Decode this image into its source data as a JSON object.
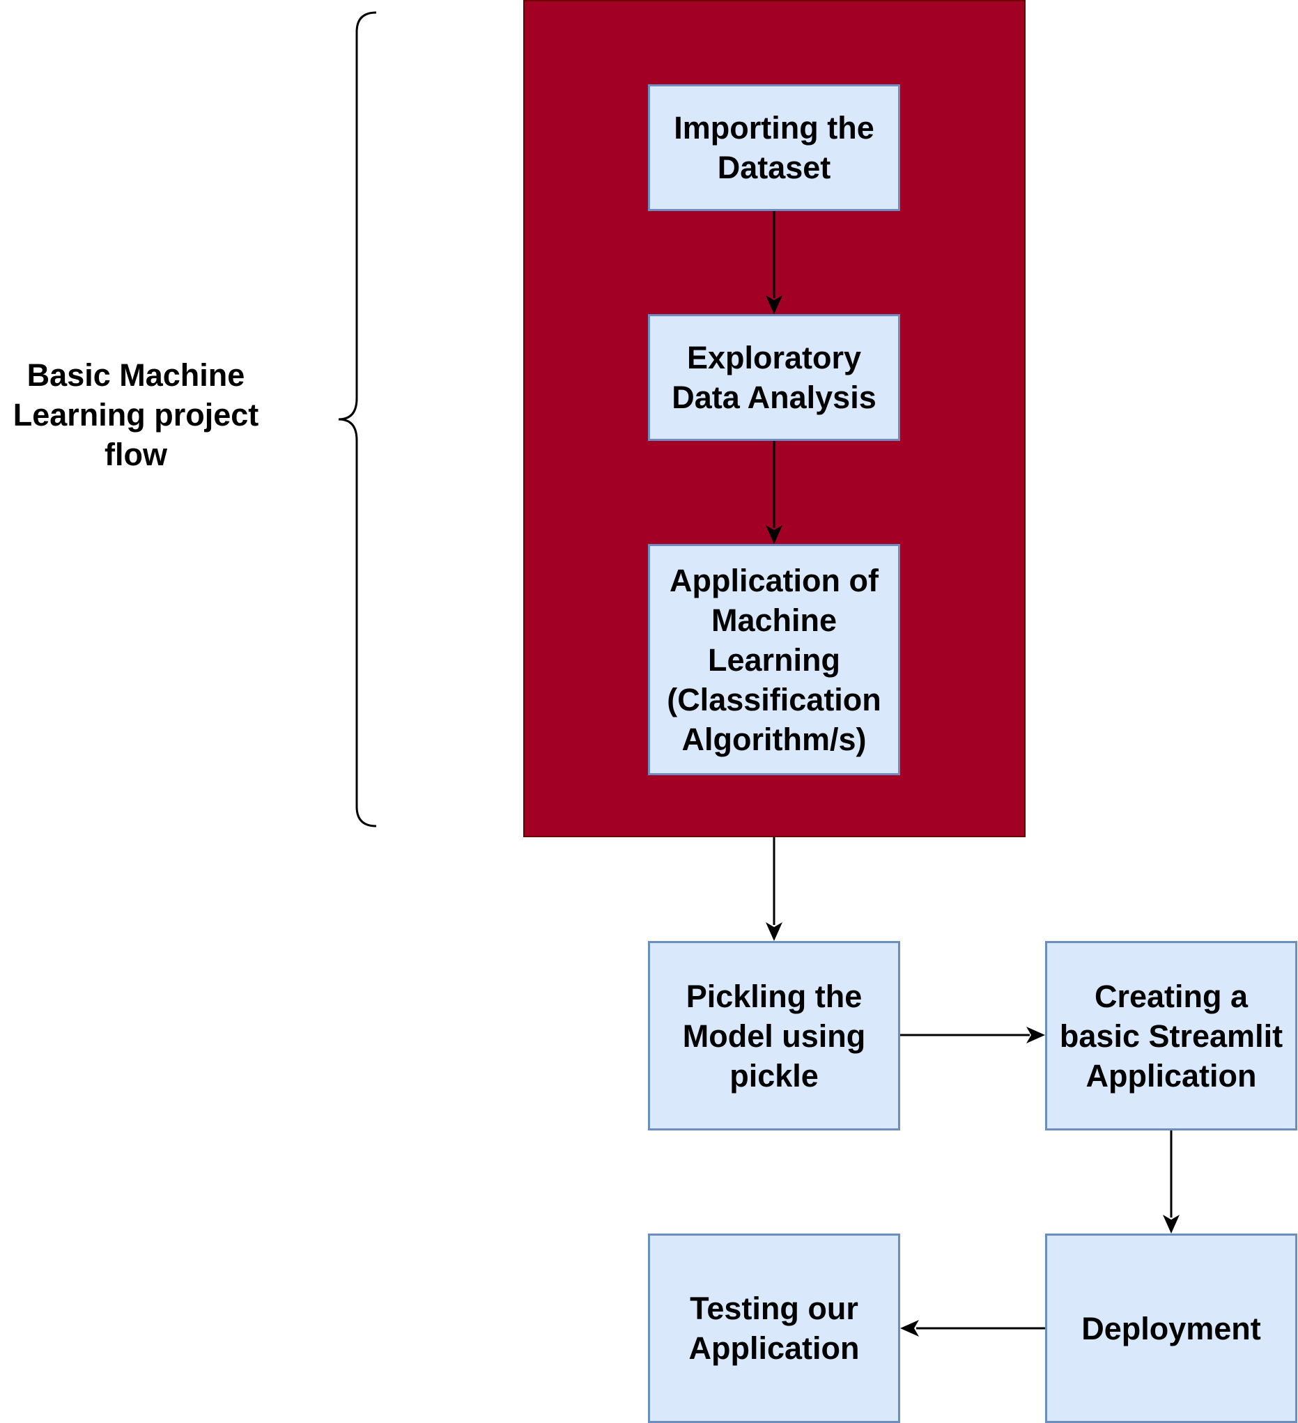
{
  "diagram": {
    "side_label": "Basic Machine\nLearning project\nflow",
    "nodes": {
      "import_dataset": "Importing the\nDataset",
      "eda": "Exploratory\nData Analysis",
      "ml_application": "Application of\nMachine\nLearning\n(Classification\nAlgorithm/s)",
      "pickling": "Pickling the\nModel using\npickle",
      "streamlit": "Creating a\nbasic Streamlit\nApplication",
      "deployment": "Deployment",
      "testing": "Testing our\nApplication"
    },
    "colors": {
      "group_fill": "#a20025",
      "group_border": "#6f0000",
      "node_fill": "#dae8fc",
      "node_border": "#6c8ebf",
      "edge": "#000000"
    }
  }
}
